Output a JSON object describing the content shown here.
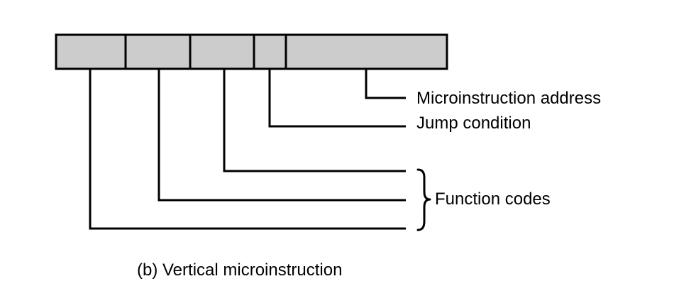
{
  "labels": {
    "microinstruction_address": "Microinstruction address",
    "jump_condition": "Jump condition",
    "function_codes": "Function codes"
  },
  "caption": "(b) Vertical microinstruction",
  "colors": {
    "field_fill": "#cccccc",
    "stroke": "#000000",
    "background": "#ffffff"
  }
}
